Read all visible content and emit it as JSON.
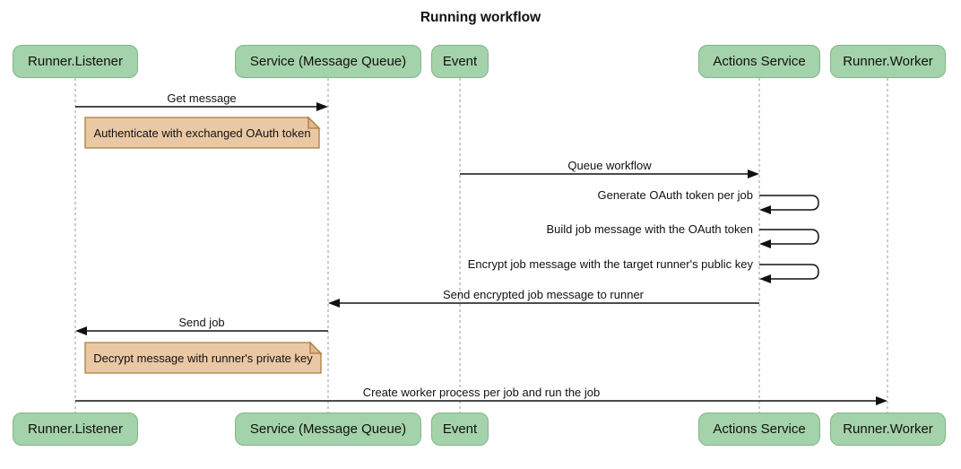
{
  "title": "Running workflow",
  "colors": {
    "actor_fill": "#a4d2aa",
    "actor_border": "#81b588",
    "note_fill": "#eac8a4",
    "note_flap": "#e0b98d",
    "note_border": "#aa7d3e",
    "lifeline": "#999999",
    "line": "#111111",
    "text": "#111111",
    "background": "#ffffff"
  },
  "actors": [
    {
      "label": "Runner.Listener"
    },
    {
      "label": "Service (Message Queue)"
    },
    {
      "label": "Event"
    },
    {
      "label": "Actions Service"
    },
    {
      "label": "Runner.Worker"
    }
  ],
  "messages": [
    {
      "from": "Runner.Listener",
      "to": "Service (Message Queue)",
      "type": "solid-arrow",
      "label": "Get message"
    },
    {
      "from": "Event",
      "to": "Actions Service",
      "type": "solid-arrow",
      "label": "Queue workflow"
    },
    {
      "from": "Actions Service",
      "to": "Actions Service",
      "type": "self-loop",
      "label": "Generate OAuth token per job"
    },
    {
      "from": "Actions Service",
      "to": "Actions Service",
      "type": "self-loop",
      "label": "Build job message with the OAuth token"
    },
    {
      "from": "Actions Service",
      "to": "Actions Service",
      "type": "self-loop",
      "label": "Encrypt job message with the target runner's public key"
    },
    {
      "from": "Actions Service",
      "to": "Service (Message Queue)",
      "type": "solid-arrow",
      "label": "Send encrypted job message to runner"
    },
    {
      "from": "Service (Message Queue)",
      "to": "Runner.Listener",
      "type": "solid-arrow",
      "label": "Send job"
    },
    {
      "from": "Runner.Listener",
      "to": "Runner.Worker",
      "type": "solid-arrow",
      "label": "Create worker process per job and run the job"
    }
  ],
  "notes": [
    {
      "over": "Runner.Listener",
      "text": "Authenticate with exchanged OAuth token"
    },
    {
      "over": "Runner.Listener",
      "text": "Decrypt message with runner's private key"
    }
  ]
}
